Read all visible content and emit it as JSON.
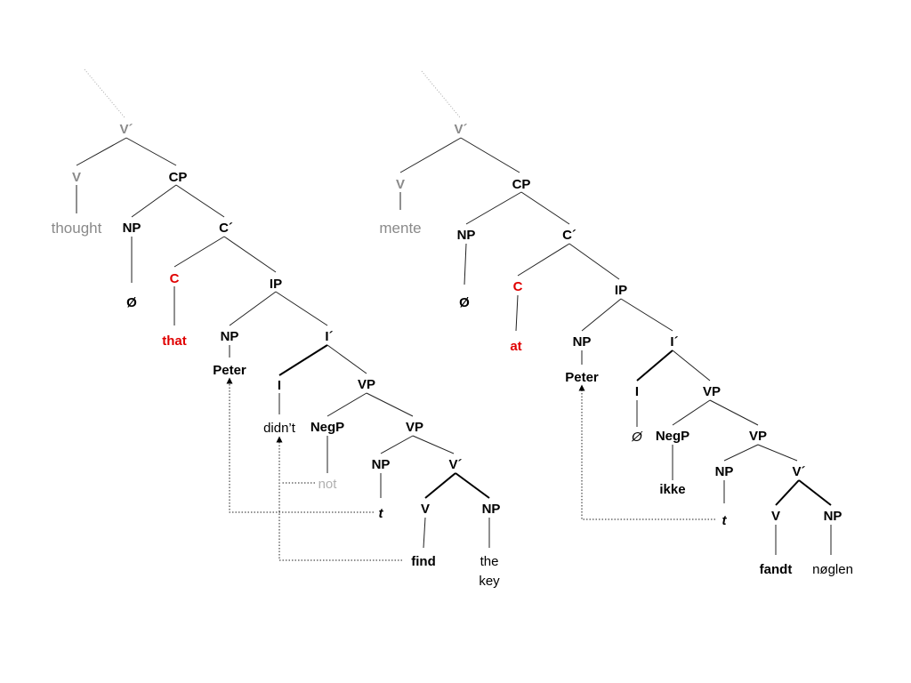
{
  "tree_left": {
    "v_bar": "V´",
    "v": "V",
    "cp": "CP",
    "verb": "thought",
    "np_spec": "NP",
    "c_bar": "C´",
    "np_empty": "Ø",
    "c": "C",
    "ip": "IP",
    "complementizer": "that",
    "np_subj": "NP",
    "i_bar": "I´",
    "subject": "Peter",
    "i": "I",
    "vp_top": "VP",
    "aux": "didn’t",
    "negp": "NegP",
    "vp_mid": "VP",
    "neg_word": "not",
    "np_trace": "NP",
    "v_bar_low": "V´",
    "trace": "t",
    "v_low": "V",
    "np_obj": "NP",
    "main_verb": "find",
    "object_line1": "the",
    "object_line2": "key"
  },
  "tree_right": {
    "v_bar": "V´",
    "v": "V",
    "cp": "CP",
    "verb": "mente",
    "np_spec": "NP",
    "c_bar": "C´",
    "np_empty": "Ø",
    "c": "C",
    "ip": "IP",
    "complementizer": "at",
    "np_subj": "NP",
    "i_bar": "I´",
    "subject": "Peter",
    "i": "I",
    "vp_top": "VP",
    "i_empty": "Ø",
    "negp": "NegP",
    "vp_mid": "VP",
    "neg_word": "ikke",
    "np_trace": "NP",
    "v_bar_low": "V´",
    "trace": "t",
    "v_low": "V",
    "np_obj": "NP",
    "main_verb": "fandt",
    "object": "nøglen"
  }
}
